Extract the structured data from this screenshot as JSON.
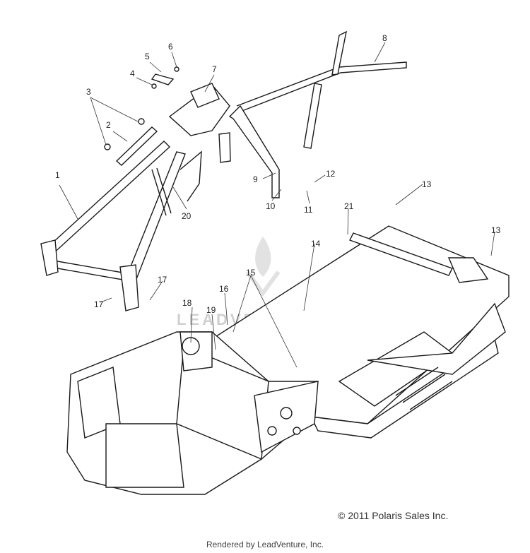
{
  "diagram": {
    "callouts": {
      "c1": "1",
      "c2": "2",
      "c3": "3",
      "c4": "4",
      "c5": "5",
      "c6": "6",
      "c7": "7",
      "c8": "8",
      "c9": "9",
      "c10": "10",
      "c11": "11",
      "c12": "12",
      "c13a": "13",
      "c13b": "13",
      "c14": "14",
      "c15": "15",
      "c16": "16",
      "c17a": "17",
      "c17b": "17",
      "c18": "18",
      "c19": "19",
      "c20": "20",
      "c21": "21"
    },
    "watermark": "LEADVENTURE"
  },
  "footer": {
    "copyright": "© 2011 Polaris Sales Inc.",
    "rendered_by": "Rendered by LeadVenture, Inc."
  },
  "colors": {
    "line": "#1a1a1a",
    "watermark": "#d0d0d0"
  }
}
